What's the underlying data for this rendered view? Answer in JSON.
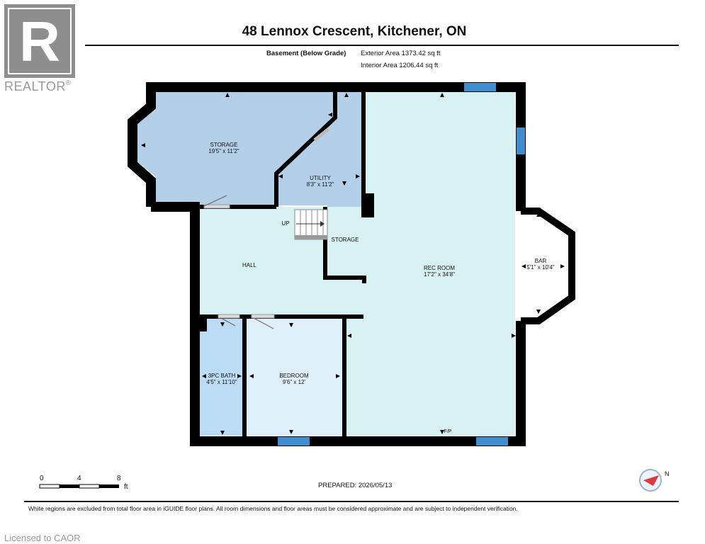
{
  "branding": {
    "logo_letter": "R",
    "logo_text": "REALTOR",
    "logo_mark": "®"
  },
  "header": {
    "title": "48 Lennox Crescent, Kitchener, ON",
    "level_label": "Basement (Below Grade)",
    "exterior_area": "Exterior Area 1373.42 sq ft",
    "interior_area": "Interior Area 1206.44 sq ft"
  },
  "rooms": {
    "storage": {
      "name": "STORAGE",
      "dims": "19'5\" x 11'2\""
    },
    "utility": {
      "name": "UTILITY",
      "dims": "8'3\" x 11'2\""
    },
    "storage_small": {
      "name": "STORAGE"
    },
    "hall": {
      "name": "HALL"
    },
    "up": {
      "name": "UP"
    },
    "rec_room": {
      "name": "REC ROOM",
      "dims": "17'2\" x 34'8\""
    },
    "bar": {
      "name": "BAR",
      "dims": "5'1\" x 10'4\""
    },
    "bath": {
      "name": "3PC BATH",
      "dims": "4'5\" x 11'10\""
    },
    "bedroom": {
      "name": "BEDROOM",
      "dims": "9'6\" x 12'"
    },
    "fp": {
      "name": "F/P"
    }
  },
  "scale": {
    "labels": [
      "0",
      "4",
      "8"
    ],
    "unit": "ft"
  },
  "compass": {
    "label": "N"
  },
  "footer": {
    "prepared": "PREPARED: 2026/05/13",
    "disclaimer": "White regions are excluded from total floor area in iGUIDE floor plans. All room dimensions and floor areas must be considered approximate and are subject to independent verification.",
    "licensed": "Licensed to CAOR"
  },
  "colors": {
    "storage": "#b4cfe8",
    "rec": "#d8f1f3",
    "bath": "#bcdcf6",
    "bedroom": "#dff0fb",
    "wall": "#000000",
    "window": "#3f8fd0",
    "bar": "#ffffff"
  }
}
